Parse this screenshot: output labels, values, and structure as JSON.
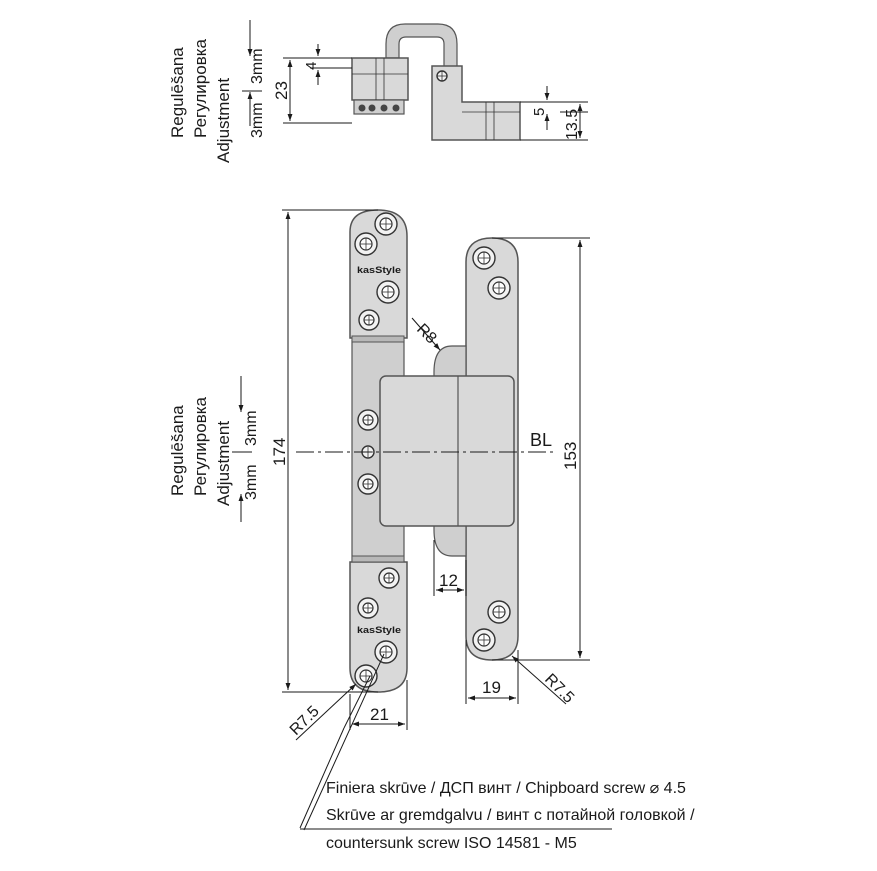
{
  "labels": {
    "adjust_lv": "Regulēšana",
    "adjust_ru": "Регулировка",
    "adjust_en": "Adjustment",
    "three_mm_a": "3mm",
    "three_mm_b": "3mm"
  },
  "dimensions": {
    "top_23": "23",
    "top_4": "4",
    "top_5": "5",
    "top_13_5": "13.5",
    "overall_174": "174",
    "overall_153": "153",
    "radius_r8": "R8",
    "radius_r7_5_left": "R7.5",
    "radius_r7_5_right": "R7.5",
    "width_12": "12",
    "width_19": "19",
    "width_21": "21",
    "bl": "BL"
  },
  "brand": {
    "upper_stamp": "kasStyle",
    "lower_stamp": "kasStyle"
  },
  "notes": {
    "line1": "Finiera skrūve / ДСП винт / Chipboard screw  ⌀ 4.5",
    "line2": "Skrūve ar gremdgalvu / винт с потайной головкой /",
    "line3": "countersunk screw  ISO 14581 - M5"
  }
}
